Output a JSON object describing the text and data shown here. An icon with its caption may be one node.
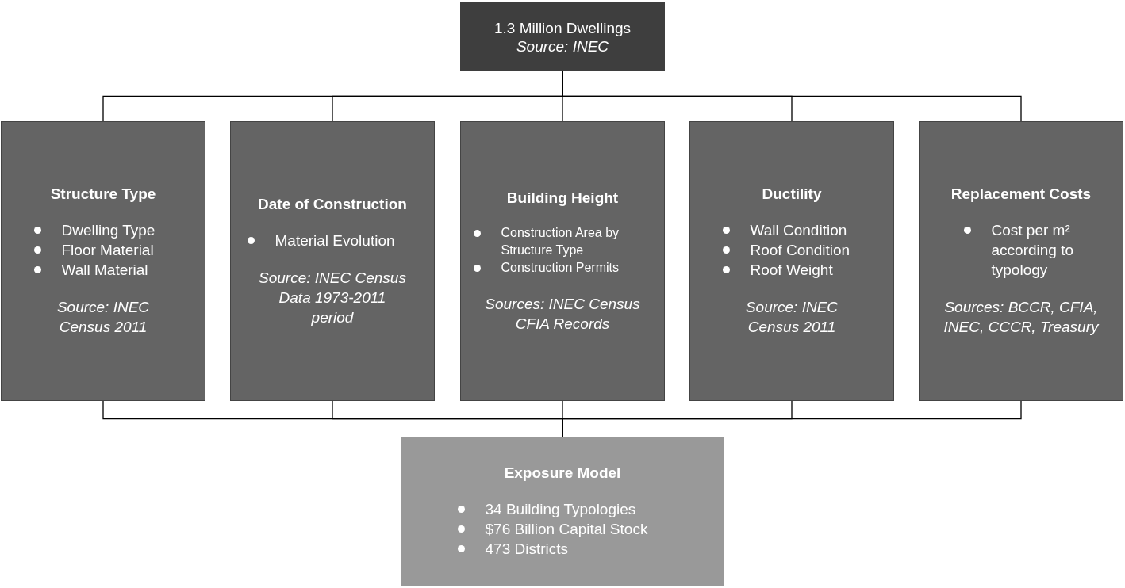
{
  "diagram": {
    "nodes": [
      {
        "text": [
          "1.3 Million Dwellings",
          "Source: INEC"
        ]
      },
      {
        "text": [
          "Structure Type",
          "Dwelling Type",
          "Floor Material",
          "Wall Material",
          "Source: INEC Census 2011"
        ]
      },
      {
        "text": [
          "Date of Construction",
          "Material Evolution",
          "Source: INEC Census Data 1973-2011 period"
        ]
      },
      {
        "text": [
          "Building Height",
          "Construction Area by Structure Type",
          "Construction Permits",
          "Sources: INEC Census CFIA Records"
        ]
      },
      {
        "text": [
          "Ductility",
          "Wall Condition",
          "Roof Condition",
          "Roof Weight",
          "Source: INEC Census 2011"
        ]
      },
      {
        "text": [
          "Replacement Costs",
          "Cost per m² according to typology",
          "Sources: BCCR, CFIA, INEC, CCCR, Treasury"
        ]
      },
      {
        "text": [
          "Exposure Model",
          "34 Building Typologies",
          "$76 Billion Capital Stock",
          "473 Districts"
        ]
      }
    ],
    "edges": [
      {
        "from": 0,
        "to": 1,
        "arrow": "none"
      },
      {
        "from": 0,
        "to": 2,
        "arrow": "none"
      },
      {
        "from": 0,
        "to": 3,
        "arrow": "none"
      },
      {
        "from": 0,
        "to": 4,
        "arrow": "none"
      },
      {
        "from": 0,
        "to": 5,
        "arrow": "none"
      },
      {
        "from": 1,
        "to": 6,
        "arrow": "none"
      },
      {
        "from": 2,
        "to": 6,
        "arrow": "none"
      },
      {
        "from": 3,
        "to": 6,
        "arrow": "none"
      },
      {
        "from": 4,
        "to": 6,
        "arrow": "none"
      },
      {
        "from": 5,
        "to": 6,
        "arrow": "none"
      }
    ]
  }
}
